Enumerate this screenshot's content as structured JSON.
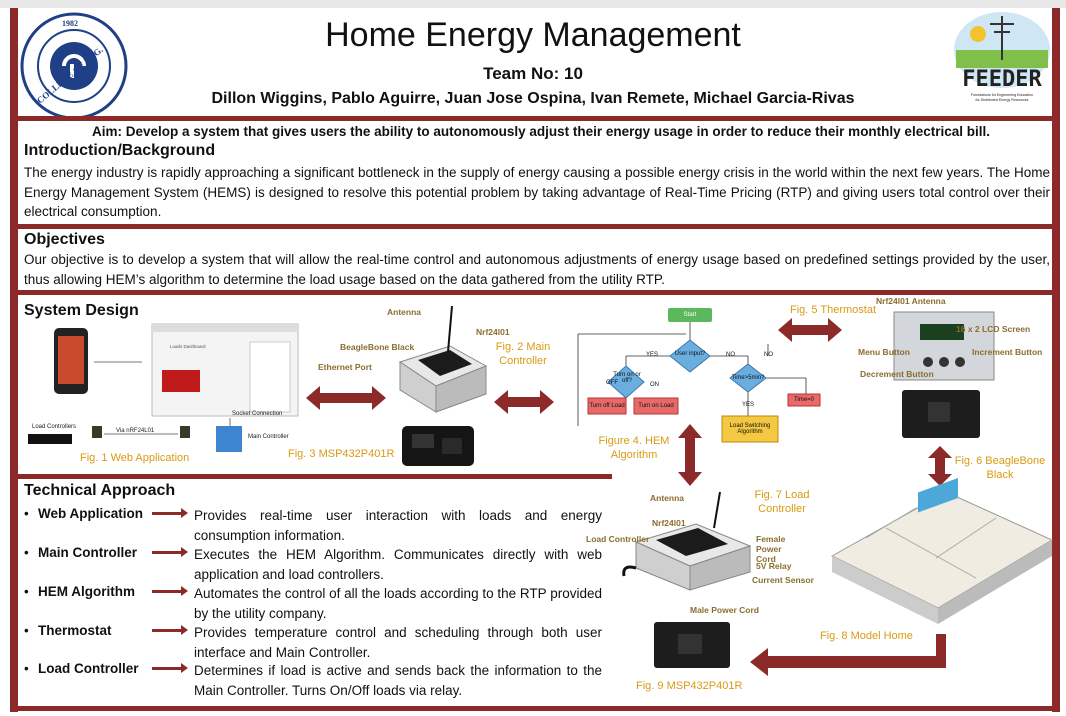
{
  "header": {
    "title": "Home Energy Management",
    "team": "Team No: 10",
    "authors": "Dillon Wiggins, Pablo Aguirre, Juan Jose Ospina,  Ivan Remete, Michael Garcia-Rivas",
    "left_logo": {
      "ring_text": "COLLEGE OF ENGINEERING",
      "year": "1982"
    },
    "right_logo": {
      "name": "FEEDER",
      "tagline": "Foundations for Engineering Education for Distributed Energy Resources"
    }
  },
  "aim": "Aim: Develop a system that gives users the ability to autonomously adjust their energy usage in order to reduce their monthly electrical bill.",
  "introduction": {
    "heading": "Introduction/Background",
    "text": "The energy industry is rapidly approaching a significant bottleneck in the supply of energy causing a possible energy crisis in the world within the next few years. The Home Energy Management System (HEMS) is designed to resolve this potential problem by taking advantage of Real-Time Pricing (RTP) and giving users total control over their electrical consumption."
  },
  "objectives": {
    "heading": "Objectives",
    "text": "Our objective is to develop a system that will allow the real-time control and autonomous adjustments of energy usage based on predefined settings provided by the user, thus allowing HEM’s algorithm to determine the load usage based on the data gathered from the utility RTP."
  },
  "system_design": {
    "heading": "System Design",
    "captions": {
      "fig1": "Fig. 1 Web Application",
      "fig2": "Fig. 2 Main Controller",
      "fig3": "Fig. 3 MSP432P401R",
      "fig4": "Figure 4. HEM Algorithm",
      "fig5": "Fig. 5 Thermostat",
      "fig6": "Fig. 6 BeagleBone Black",
      "fig7": "Fig. 7 Load Controller",
      "fig8": "Fig. 8 Model Home",
      "fig9": "Fig. 9 MSP432P401R"
    },
    "web_app_labels": {
      "dashboard": "Loads Dashboard",
      "socket": "Socket Connection",
      "load_controllers": "Load Controllers",
      "via": "Via nRF24L01",
      "main_controller": "Main Controller"
    },
    "controller_labels": {
      "antenna": "Antenna",
      "nrf": "Nrf24l01",
      "beaglebone": "BeagleBone Black",
      "ethernet": "Ethernet Port"
    },
    "thermostat_labels": {
      "antenna": "Nrf24l01 Antenna",
      "lcd": "16 x 2 LCD Screen",
      "menu": "Menu Button",
      "increment": "Increment Button",
      "decrement": "Decrement Button"
    },
    "load_controller_labels": {
      "antenna": "Antenna",
      "nrf": "Nrf24l01",
      "load_controller": "Load Controller",
      "female": "Female Power Cord",
      "relay": "5V Relay",
      "current": "Current Sensor",
      "male": "Male Power Cord"
    },
    "flowchart": {
      "start": "Start",
      "user_input": "User input?",
      "yes1": "YES",
      "no1": "NO",
      "no2": "NO",
      "turn_on_off": "Turn on or off?",
      "off": "OFF",
      "on": "ON",
      "turn_off_load": "Turn off Load",
      "turn_on_load": "Turn on Load",
      "time_check": "Time>5min?",
      "yes2": "YES",
      "load_switching": "Load Switching Algorithm",
      "time_reset": "Time=0"
    }
  },
  "technical_approach": {
    "heading": "Technical Approach",
    "items": [
      {
        "name": "Web Application",
        "desc": "Provides real-time user interaction with loads and energy consumption information."
      },
      {
        "name": "Main Controller",
        "desc": "Executes the HEM Algorithm. Communicates directly with web application and load controllers."
      },
      {
        "name": "HEM Algorithm",
        "desc": "Automates the control of all the loads according to the RTP provided by the utility company."
      },
      {
        "name": "Thermostat",
        "desc": "Provides temperature control and scheduling through both user interface and Main Controller."
      },
      {
        "name": "Load Controller",
        "desc": "Determines if load is active and sends back the information to the Main Controller. Turns On/Off loads via relay."
      }
    ]
  },
  "colors": {
    "accent": "#8c2a2a",
    "caption": "#d99a12"
  }
}
